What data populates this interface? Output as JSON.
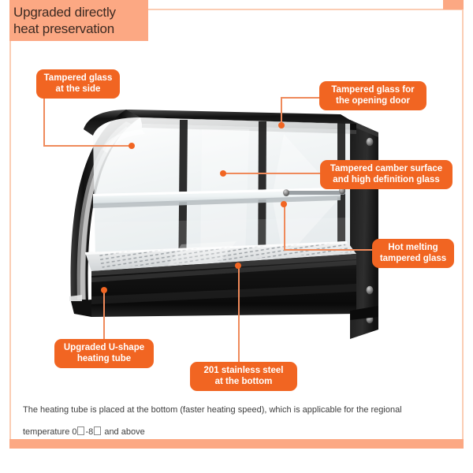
{
  "theme": {
    "badge_color": "#f16522",
    "title_bg_color": "#fca883",
    "frame_color": "#fbcdb4",
    "lead_line_color": "#ef8a5b",
    "title_text_color": "#3c2a22",
    "caption_text_color": "#3d3d3d"
  },
  "header": {
    "title": "Upgraded directly\nheat preservation"
  },
  "callouts": [
    {
      "id": "tampered-glass-side",
      "label": "Tampered glass\nat the side"
    },
    {
      "id": "tampered-glass-opening-door",
      "label": "Tampered glass for\nthe opening door"
    },
    {
      "id": "tampered-camber-surface",
      "label": "Tampered camber surface\nand high definition glass"
    },
    {
      "id": "hot-melting-tampered-glass",
      "label": "Hot melting\ntampered glass"
    },
    {
      "id": "upgraded-u-shape-heating-tube",
      "label": "Upgraded U-shape\nheating tube"
    },
    {
      "id": "stainless-steel-bottom",
      "label": "201 stainless steel\nat the bottom"
    }
  ],
  "caption": {
    "line1": "The heating tube is placed at the bottom (faster heating speed), which is applicable for the regional",
    "line2_prefix": "temperature 0",
    "line2_mid": "-8",
    "line2_suffix": " and above"
  },
  "product": {
    "name": "curved-glass-heated-display-case",
    "icon_names": [
      "display-case-body",
      "curved-tempered-glass-front",
      "glass-shelf",
      "perforated-stainless-base",
      "side-panel-screw"
    ]
  }
}
